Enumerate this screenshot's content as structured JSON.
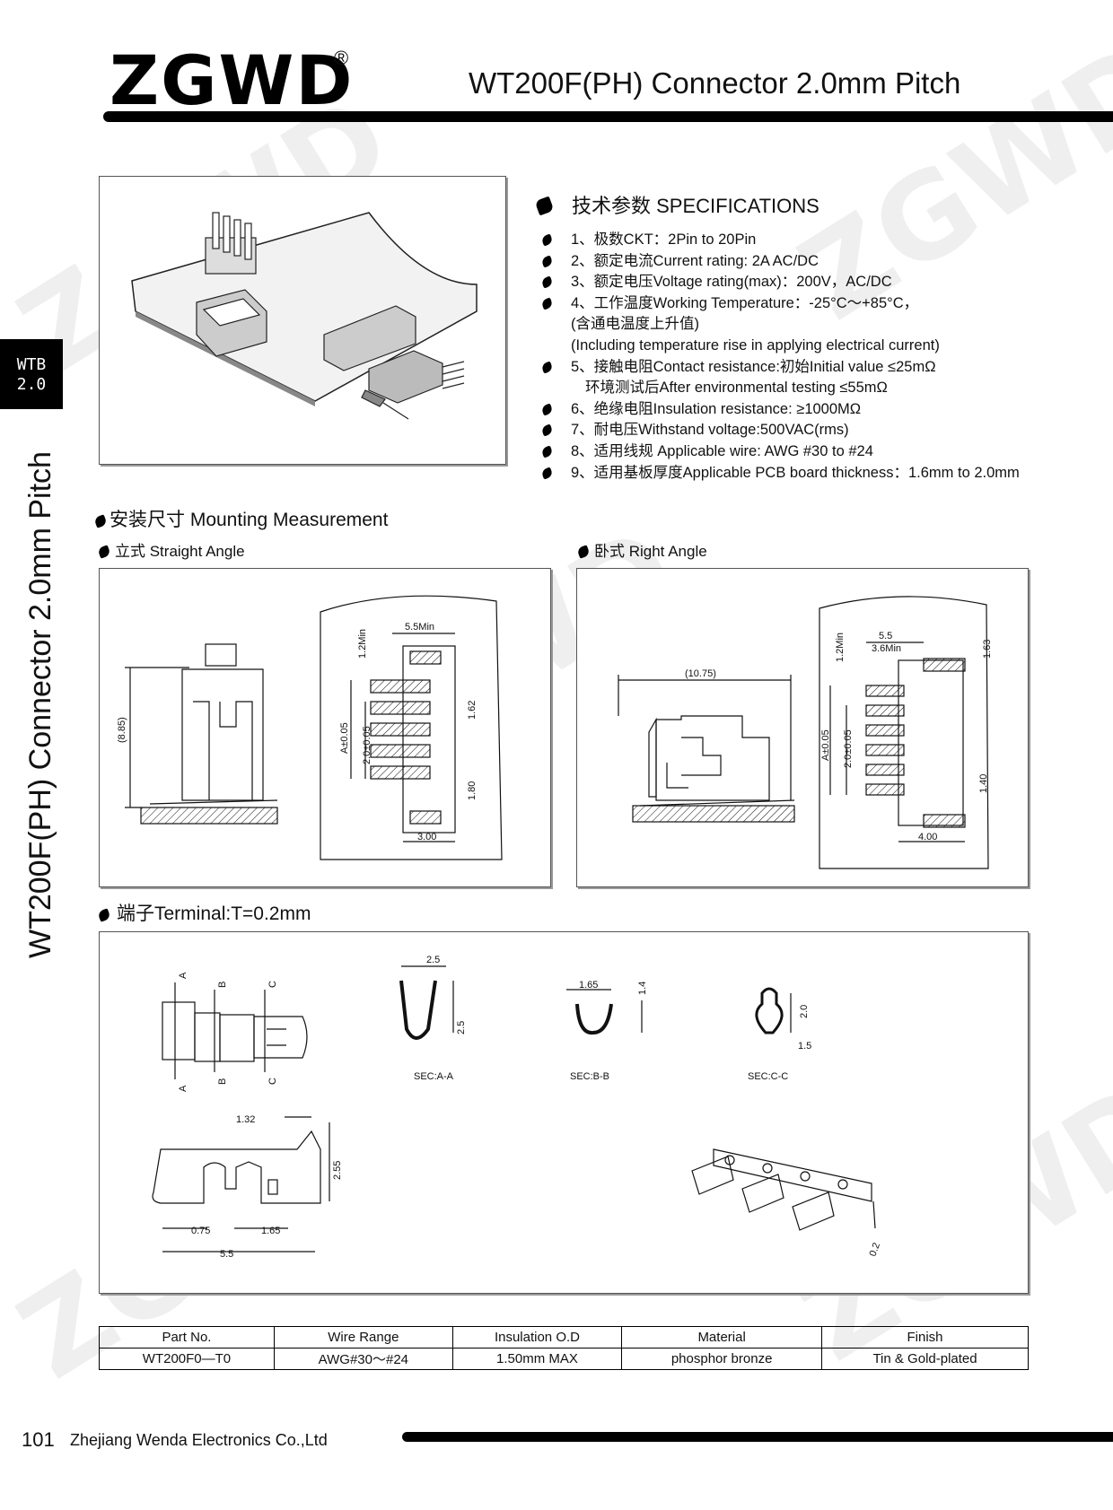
{
  "header": {
    "logo": "ZGWD",
    "registered_mark": "®",
    "title": "WT200F(PH) Connector 2.0mm Pitch"
  },
  "side_tab": {
    "line1": "WTB",
    "line2": "2.0"
  },
  "side_title": "WT200F(PH) Connector 2.0mm Pitch",
  "specifications": {
    "heading": "技术参数 SPECIFICATIONS",
    "items": [
      {
        "text": "1、极数CKT：2Pin to 20Pin"
      },
      {
        "text": "2、额定电流Current rating: 2A AC/DC"
      },
      {
        "text": "3、额定电压Voltage rating(max)：200V，AC/DC"
      },
      {
        "text": "4、工作温度Working Temperature：-25°C～+85°C，",
        "cont1": "(含通电温度上升值)",
        "cont2": "(Including temperature rise in applying electrical current)"
      },
      {
        "text": "5、接触电阻Contact resistance:初始Initial value ≤25mΩ",
        "cont1": "环境测试后After environmental testing ≤55mΩ"
      },
      {
        "text": "6、绝缘电阻Insulation resistance: ≥1000MΩ"
      },
      {
        "text": "7、耐电压Withstand voltage:500VAC(rms)"
      },
      {
        "text": "8、适用线规 Applicable wire: AWG #30 to #24"
      },
      {
        "text": "9、适用基板厚度Applicable PCB board thickness：1.6mm to 2.0mm"
      }
    ]
  },
  "mounting": {
    "heading": "安装尺寸 Mounting Measurement",
    "straight": {
      "label": "立式 Straight Angle",
      "dims": {
        "height": "(8.85)",
        "min_top": "1.2Min",
        "width_min": "5.5Min",
        "a": "A±0.05",
        "pitch": "2.0±0.05",
        "d1": "1.62",
        "d2": "1.80",
        "d3": "3.00"
      }
    },
    "right": {
      "label": "卧式 Right Angle",
      "dims": {
        "length": "(10.75)",
        "min_top": "1.2Min",
        "w1": "5.5",
        "w2": "3.6Min",
        "a": "A±0.05",
        "pitch": "2.0±0.05",
        "d1": "1.63",
        "d2": "1.40",
        "d3": "4.00"
      }
    }
  },
  "terminal": {
    "heading": "端子Terminal:T=0.2mm",
    "section_marks": {
      "a": "A",
      "b": "B",
      "c": "C"
    },
    "sec_aa": {
      "label": "SEC:A-A",
      "w": "2.5",
      "h": "2.5"
    },
    "sec_bb": {
      "label": "SEC:B-B",
      "w": "1.65",
      "h": "1.4"
    },
    "sec_cc": {
      "label": "SEC:C-C",
      "h": "2.0",
      "w": "1.5"
    },
    "side_dims": {
      "top": "1.32",
      "height": "2.55",
      "a": "0.75",
      "b": "1.65",
      "total": "5.5"
    },
    "thickness": "0.2"
  },
  "parts_table": {
    "headers": [
      "Part No.",
      "Wire Range",
      "Insulation O.D",
      "Material",
      "Finish"
    ],
    "rows": [
      [
        "WT200F0—T0",
        "AWG#30～#24",
        "1.50mm MAX",
        "phosphor bronze",
        "Tin & Gold-plated"
      ]
    ]
  },
  "footer": {
    "page_number": "101",
    "company": "Zhejiang Wenda Electronics Co.,Ltd"
  }
}
